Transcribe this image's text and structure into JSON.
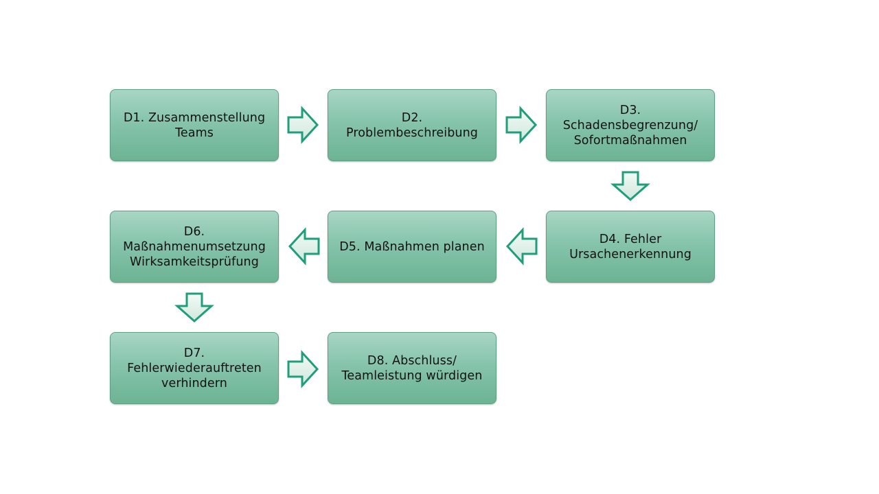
{
  "colors": {
    "box_fill_top": "#a8d6c4",
    "box_fill_bottom": "#6cb393",
    "box_border": "#5f9f88",
    "arrow_stroke": "#1f9e7a",
    "arrow_fill": "#e4f2ec",
    "text": "#111111"
  },
  "steps": [
    {
      "label": "D1. Zusammenstellung\nTeams"
    },
    {
      "label": "D2.\nProblembeschreibung"
    },
    {
      "label": "D3.\nSchadensbegrenzung/\nSofortmaßnahmen"
    },
    {
      "label": "D4. Fehler\nUrsachenerkennung"
    },
    {
      "label": "D5. Maßnahmen planen"
    },
    {
      "label": "D6.\nMaßnahmenumsetzung\nWirksamkeitsprüfung"
    },
    {
      "label": "D7.\nFehlerwiederauftreten\nverhindern"
    },
    {
      "label": "D8. Abschluss/\nTeamleistung würdigen"
    }
  ],
  "connectors": [
    {
      "from": "D1",
      "to": "D2",
      "direction": "right",
      "icon": "arrow-right-icon"
    },
    {
      "from": "D2",
      "to": "D3",
      "direction": "right",
      "icon": "arrow-right-icon"
    },
    {
      "from": "D3",
      "to": "D4",
      "direction": "down",
      "icon": "arrow-down-icon"
    },
    {
      "from": "D4",
      "to": "D5",
      "direction": "left",
      "icon": "arrow-left-icon"
    },
    {
      "from": "D5",
      "to": "D6",
      "direction": "left",
      "icon": "arrow-left-icon"
    },
    {
      "from": "D6",
      "to": "D7",
      "direction": "down",
      "icon": "arrow-down-icon"
    },
    {
      "from": "D7",
      "to": "D8",
      "direction": "right",
      "icon": "arrow-right-icon"
    }
  ]
}
